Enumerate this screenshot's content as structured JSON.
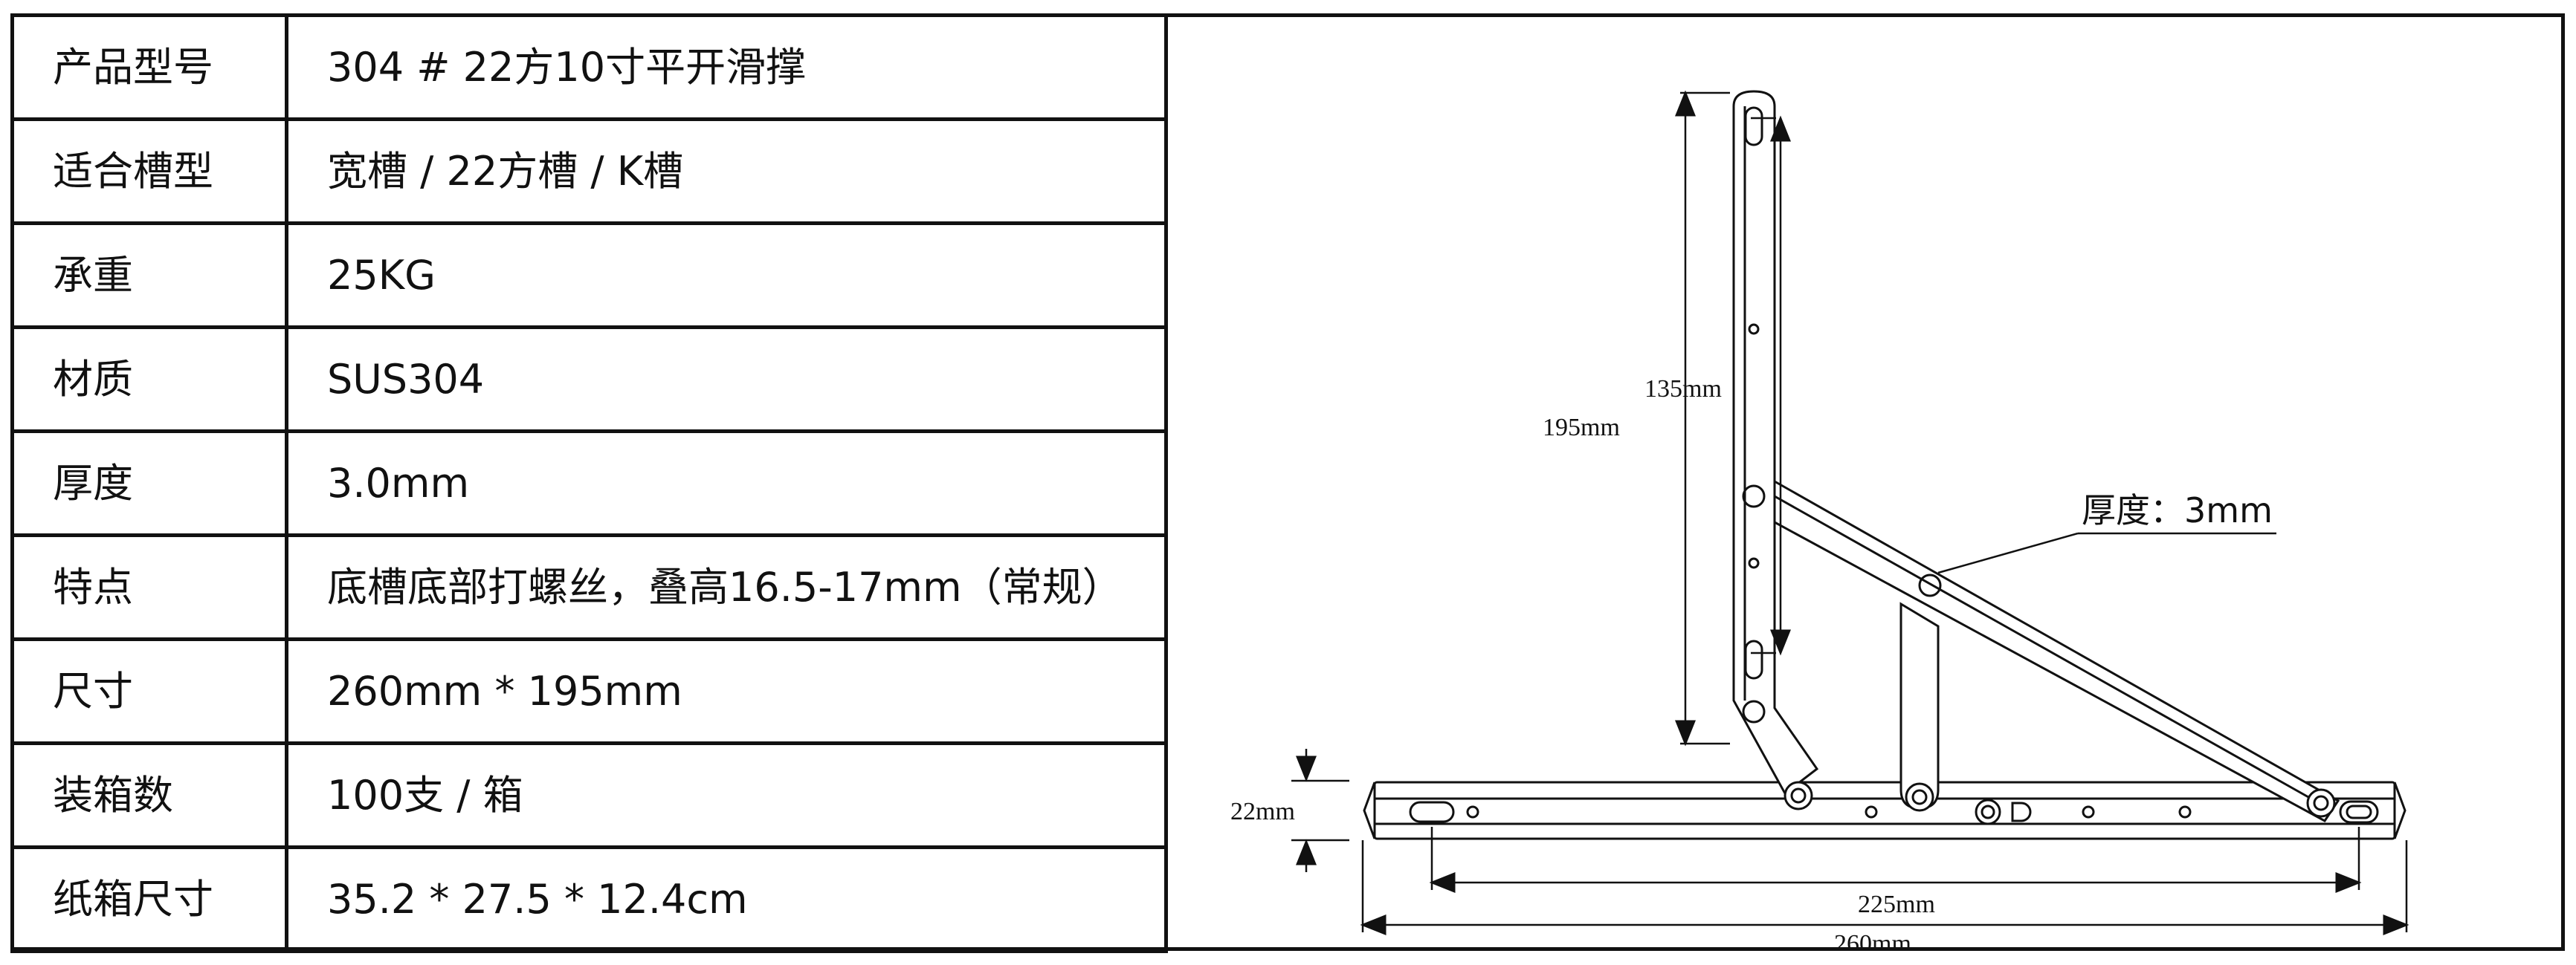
{
  "spec_rows": [
    {
      "label": "产品型号",
      "value": "304 # 22方10寸平开滑撑"
    },
    {
      "label": "适合槽型",
      "value": "宽槽 / 22方槽 / K槽"
    },
    {
      "label": "承重",
      "value": "25KG"
    },
    {
      "label": "材质",
      "value": "SUS304"
    },
    {
      "label": "厚度",
      "value": "3.0mm"
    },
    {
      "label": "特点",
      "value": "底槽底部打螺丝，叠高16.5-17mm（常规）"
    },
    {
      "label": "尺寸",
      "value": "260mm * 195mm"
    },
    {
      "label": "装箱数",
      "value": "100支 / 箱"
    },
    {
      "label": "纸箱尺寸",
      "value": "35.2 * 27.5 * 12.4cm"
    }
  ],
  "drawing": {
    "dim_195": "195mm",
    "dim_135": "135mm",
    "dim_22": "22mm",
    "dim_225": "225mm",
    "dim_260": "260mm",
    "thickness_note": "厚度：3mm"
  }
}
